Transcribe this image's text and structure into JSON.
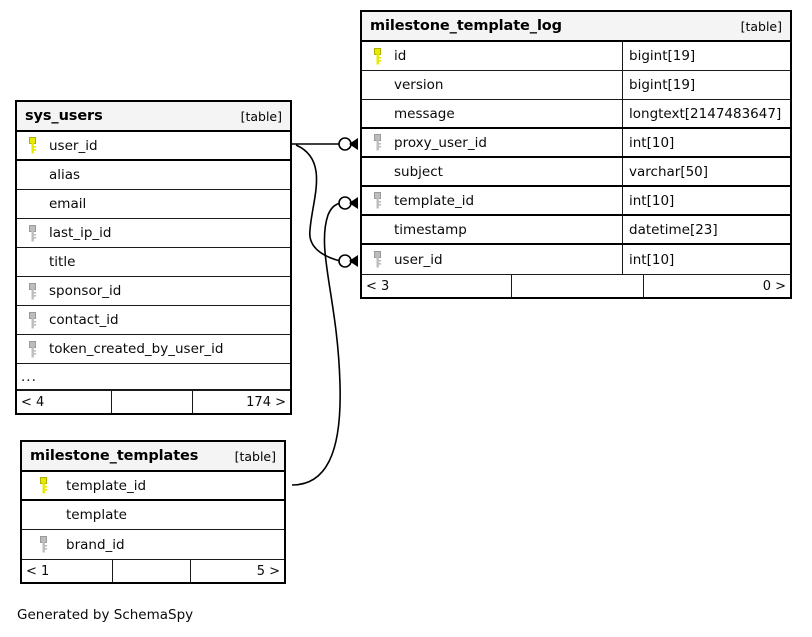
{
  "diagram": {
    "generator_note": "Generated by SchemaSpy",
    "table_tag": "[table]",
    "ellipsis": "...",
    "colors": {
      "primary_key": "#e8e800",
      "foreign_key": "#b3b3b3",
      "border": "#000000",
      "header_bg": "#f4f4f4",
      "background": "#ffffff"
    }
  },
  "tables": [
    {
      "id": "milestone_template_log",
      "name": "milestone_template_log",
      "tag": "[table]",
      "columns": [
        {
          "name": "id",
          "type": "bigint[19]",
          "key": "primary"
        },
        {
          "name": "version",
          "type": "bigint[19]",
          "key": "none"
        },
        {
          "name": "message",
          "type": "longtext[2147483647]",
          "key": "none"
        },
        {
          "name": "proxy_user_id",
          "type": "int[10]",
          "key": "foreign"
        },
        {
          "name": "subject",
          "type": "varchar[50]",
          "key": "none"
        },
        {
          "name": "template_id",
          "type": "int[10]",
          "key": "foreign"
        },
        {
          "name": "timestamp",
          "type": "datetime[23]",
          "key": "none"
        },
        {
          "name": "user_id",
          "type": "int[10]",
          "key": "foreign"
        }
      ],
      "footer": {
        "left": "< 3",
        "middle": "",
        "right": "0 >"
      }
    },
    {
      "id": "sys_users",
      "name": "sys_users",
      "tag": "[table]",
      "columns": [
        {
          "name": "user_id",
          "type": "",
          "key": "primary"
        },
        {
          "name": "alias",
          "type": "",
          "key": "none"
        },
        {
          "name": "email",
          "type": "",
          "key": "none"
        },
        {
          "name": "last_ip_id",
          "type": "",
          "key": "foreign"
        },
        {
          "name": "title",
          "type": "",
          "key": "none"
        },
        {
          "name": "sponsor_id",
          "type": "",
          "key": "foreign"
        },
        {
          "name": "contact_id",
          "type": "",
          "key": "foreign"
        },
        {
          "name": "token_created_by_user_id",
          "type": "",
          "key": "foreign"
        }
      ],
      "more_indicator": "...",
      "footer": {
        "left": "< 4",
        "middle": "",
        "right": "174 >"
      }
    },
    {
      "id": "milestone_templates",
      "name": "milestone_templates",
      "tag": "[table]",
      "columns": [
        {
          "name": "template_id",
          "type": "",
          "key": "primary"
        },
        {
          "name": "template",
          "type": "",
          "key": "none"
        },
        {
          "name": "brand_id",
          "type": "",
          "key": "foreign"
        }
      ],
      "footer": {
        "left": "< 1",
        "middle": "",
        "right": "5 >"
      }
    }
  ],
  "relationships": [
    {
      "from_table": "sys_users",
      "from_column": "user_id",
      "to_table": "milestone_template_log",
      "to_column": "proxy_user_id"
    },
    {
      "from_table": "sys_users",
      "from_column": "user_id",
      "to_table": "milestone_template_log",
      "to_column": "user_id"
    },
    {
      "from_table": "milestone_templates",
      "from_column": "template_id",
      "to_table": "milestone_template_log",
      "to_column": "template_id"
    }
  ]
}
